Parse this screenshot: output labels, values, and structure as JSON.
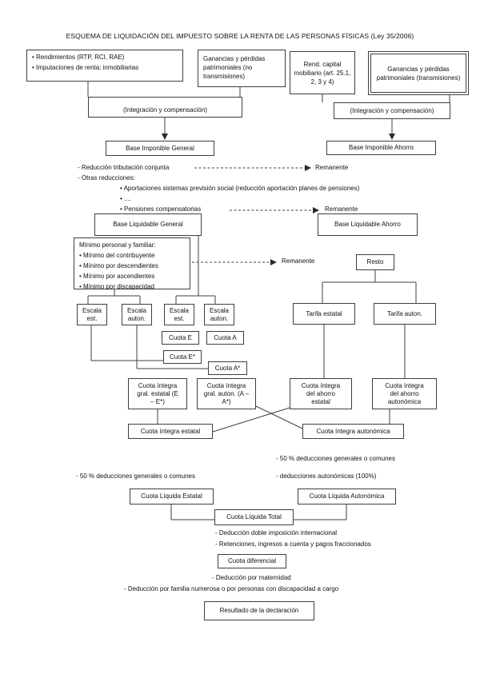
{
  "title": "ESQUEMA DE LIQUIDACIÓN DEL IMPUESTO SOBRE LA RENTA DE LAS PERSONAS FÍSICAS (Ley 35/2006)",
  "sources": {
    "rendimientos": {
      "items": [
        "Rendimientos (RTP, RCI, RAE)",
        "Imputaciones de renta: inmobiliarias"
      ]
    },
    "ganancias_no_transmisiones": "Ganancias y pérdidas patrimoniales (no transmisiones)",
    "rend_capital_mobiliario": "Rend. capital mobiliario (art. 25.1, 2, 3 y 4)",
    "ganancias_transmisiones": "Ganancias y pérdidas patrimoniales (transmisiones)"
  },
  "integracion": {
    "left": "(Integración y compensación)",
    "right": "(Integración y compensación)"
  },
  "bases": {
    "imponible_general": "Base Imponible General",
    "imponible_ahorro": "Base Imponible Ahorro",
    "liquidable_general": "Base Liquidable General",
    "liquidable_ahorro": "Base Liquidable Ahorro"
  },
  "reducciones": {
    "tributacion_conjunta": "- Reducción tributación conjunta",
    "remanente_1": "Remanente",
    "otras": "- Otras reducciones:",
    "aportaciones": "Aportaciones sistemas previsión social (reducción aportación planes de pensiones)",
    "puntos": "....",
    "pensiones": "Pensiones compensatorias",
    "remanente_2": "Remanente"
  },
  "minimo": {
    "title": "Mínimo personal y familiar:",
    "items": [
      "Mínimo del contribuyente",
      "Mínimo por descendientes",
      "Mínimo por ascendientes",
      "Mínimo por discapacidad"
    ],
    "remanente": "Remanente"
  },
  "resto": "Resto",
  "escalas": {
    "est_1": "Escala est.",
    "auton_1": "Escala auton.",
    "est_2": "Escala est.",
    "auton_2": "Escala auton."
  },
  "tarifas": {
    "estatal": "Tarifa estatal",
    "auton": "Tarifa auton."
  },
  "cuotas": {
    "e": "Cuota E",
    "a": "Cuota A",
    "e_star": "Cuota E*",
    "a_star": "Cuota A*",
    "integra_gral_estatal": "Cuota íntegra gral. estatal (E – E*)",
    "integra_gral_auton": "Cuota íntegra gral. auton. (A – A*)",
    "integra_ahorro_estatal": "Cuota íntegra del ahorro estatal",
    "integra_ahorro_auton": "Cuota íntegra del ahorro autonómica",
    "integra_estatal": "Cuota íntegra estatal",
    "integra_autonomica": "Cuota íntegra autonómica",
    "liquida_estatal": "Cuota Líquida Estatal",
    "liquida_autonomica": "Cuota Líquida Autonómica",
    "liquida_total": "Cuota Líquida Total",
    "diferencial": "Cuota diferencial"
  },
  "deducciones": {
    "pct50_left": "- 50 % deducciones generales o comunes",
    "pct50_right": "- 50 % deducciones generales o comunes",
    "autonomicas": "- deducciones autonómicas (100%)",
    "doble_imposicion": "- Deducción doble imposición internacional",
    "retenciones": "- Retenciones, ingresos a cuenta y pagos fraccionados",
    "maternidad": "- Deducción por maternidad",
    "familia_numerosa": "- Deducción por familia numerosa o por personas con discapacidad a cargo"
  },
  "resultado": "Resultado de la declaración",
  "colors": {
    "line": "#3f3f3f",
    "text": "#111111",
    "background": "#ffffff"
  }
}
